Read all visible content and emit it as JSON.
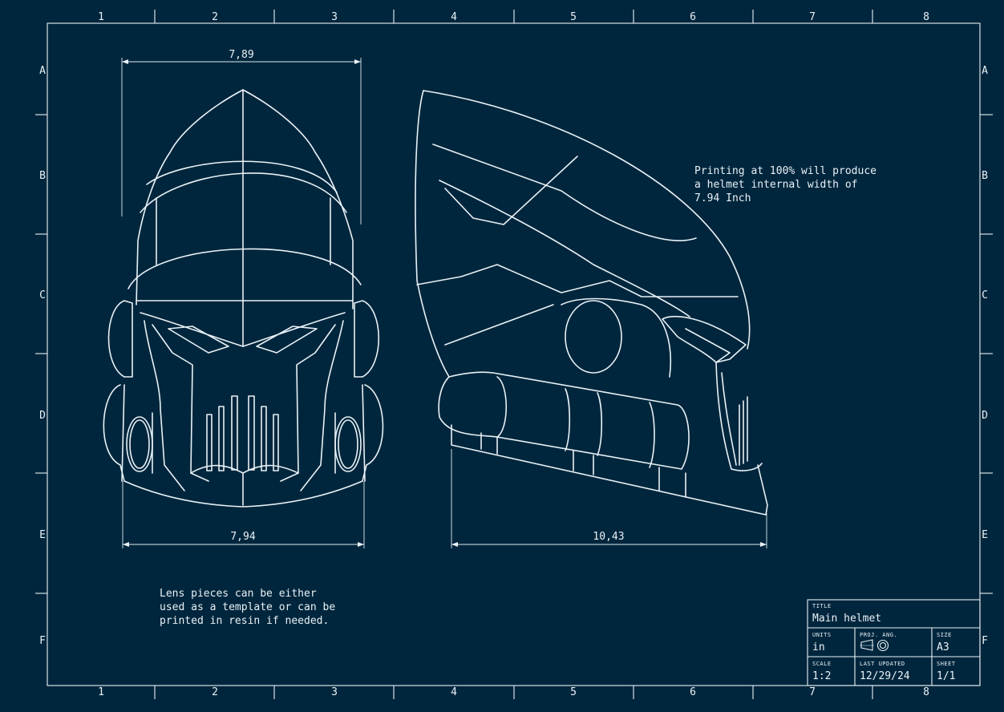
{
  "zones": {
    "columns": [
      "1",
      "2",
      "3",
      "4",
      "5",
      "6",
      "7",
      "8"
    ],
    "rows": [
      "A",
      "B",
      "C",
      "D",
      "E",
      "F"
    ]
  },
  "dimensions": {
    "front_top": "7,89",
    "front_bottom": "7,94",
    "side_bottom": "10,43"
  },
  "notes": {
    "print_note": [
      "Printing at 100% will produce",
      "a helmet internal width of",
      "7.94 Inch"
    ],
    "lens_note": [
      "Lens pieces can be either",
      "used as a template or can be",
      "printed in resin if needed."
    ]
  },
  "title_block": {
    "title_label": "TITLE",
    "title": "Main helmet",
    "units_label": "UNITS",
    "units": "in",
    "proj_label": "PROJ. ANG.",
    "size_label": "SIZE",
    "size": "A3",
    "scale_label": "SCALE",
    "scale": "1:2",
    "updated_label": "LAST UPDATED",
    "updated": "12/29/24",
    "sheet_label": "SHEET",
    "sheet": "1/1"
  },
  "colors": {
    "background": "#00263d",
    "line": "#e9f1f6"
  },
  "icons": {
    "projection": "first-angle-projection-icon"
  }
}
